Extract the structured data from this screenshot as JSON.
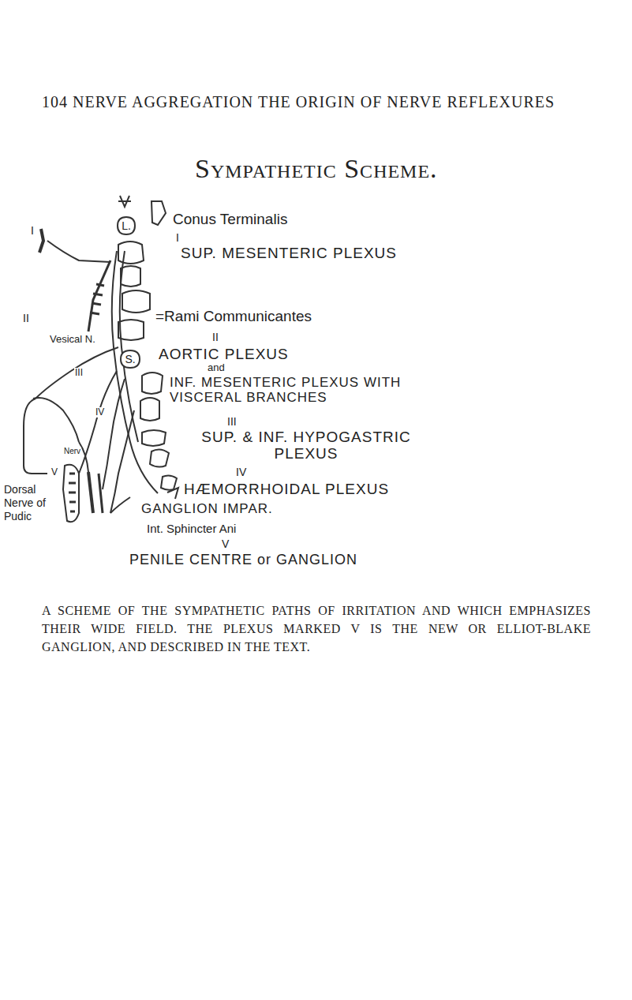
{
  "diagram": {
    "title": "Sympathetic Scheme.",
    "caption": "A SCHEME OF THE SYMPATHETIC PATHS OF IRRITATION AND WHICH EMPHASIZES THEIR WIDE FIELD. THE PLEXUS MARKED V IS THE NEW OR ELLIOT-BLAKE GANGLION, AND DESCRIBED IN THE TEXT.",
    "nodes": [
      {
        "text": [
          "L."
        ]
      },
      {
        "text": [
          "S."
        ]
      }
    ],
    "labels": [
      "104 NERVE AGGREGATION THE ORIGIN OF NERVE REFLEXURES",
      "Conus Terminalis",
      "I",
      "SUP. MESENTERIC PLEXUS",
      "=Rami Communicantes",
      "II",
      "AORTIC PLEXUS",
      "and",
      "INF. MESENTERIC PLEXUS WITH VISCERAL BRANCHES",
      "III",
      "SUP. & INF. HYPOGASTRIC PLEXUS",
      "IV",
      "HÆMORRHOIDAL PLEXUS",
      "GANGLION IMPAR.",
      "Int. Sphincter Ani",
      "V",
      "PENILE CENTRE or GANGLION",
      "I",
      "II",
      "Vesical N.",
      "III",
      "IV",
      "V",
      "Nerv",
      "Dorsal Nerve of Pudic"
    ]
  }
}
